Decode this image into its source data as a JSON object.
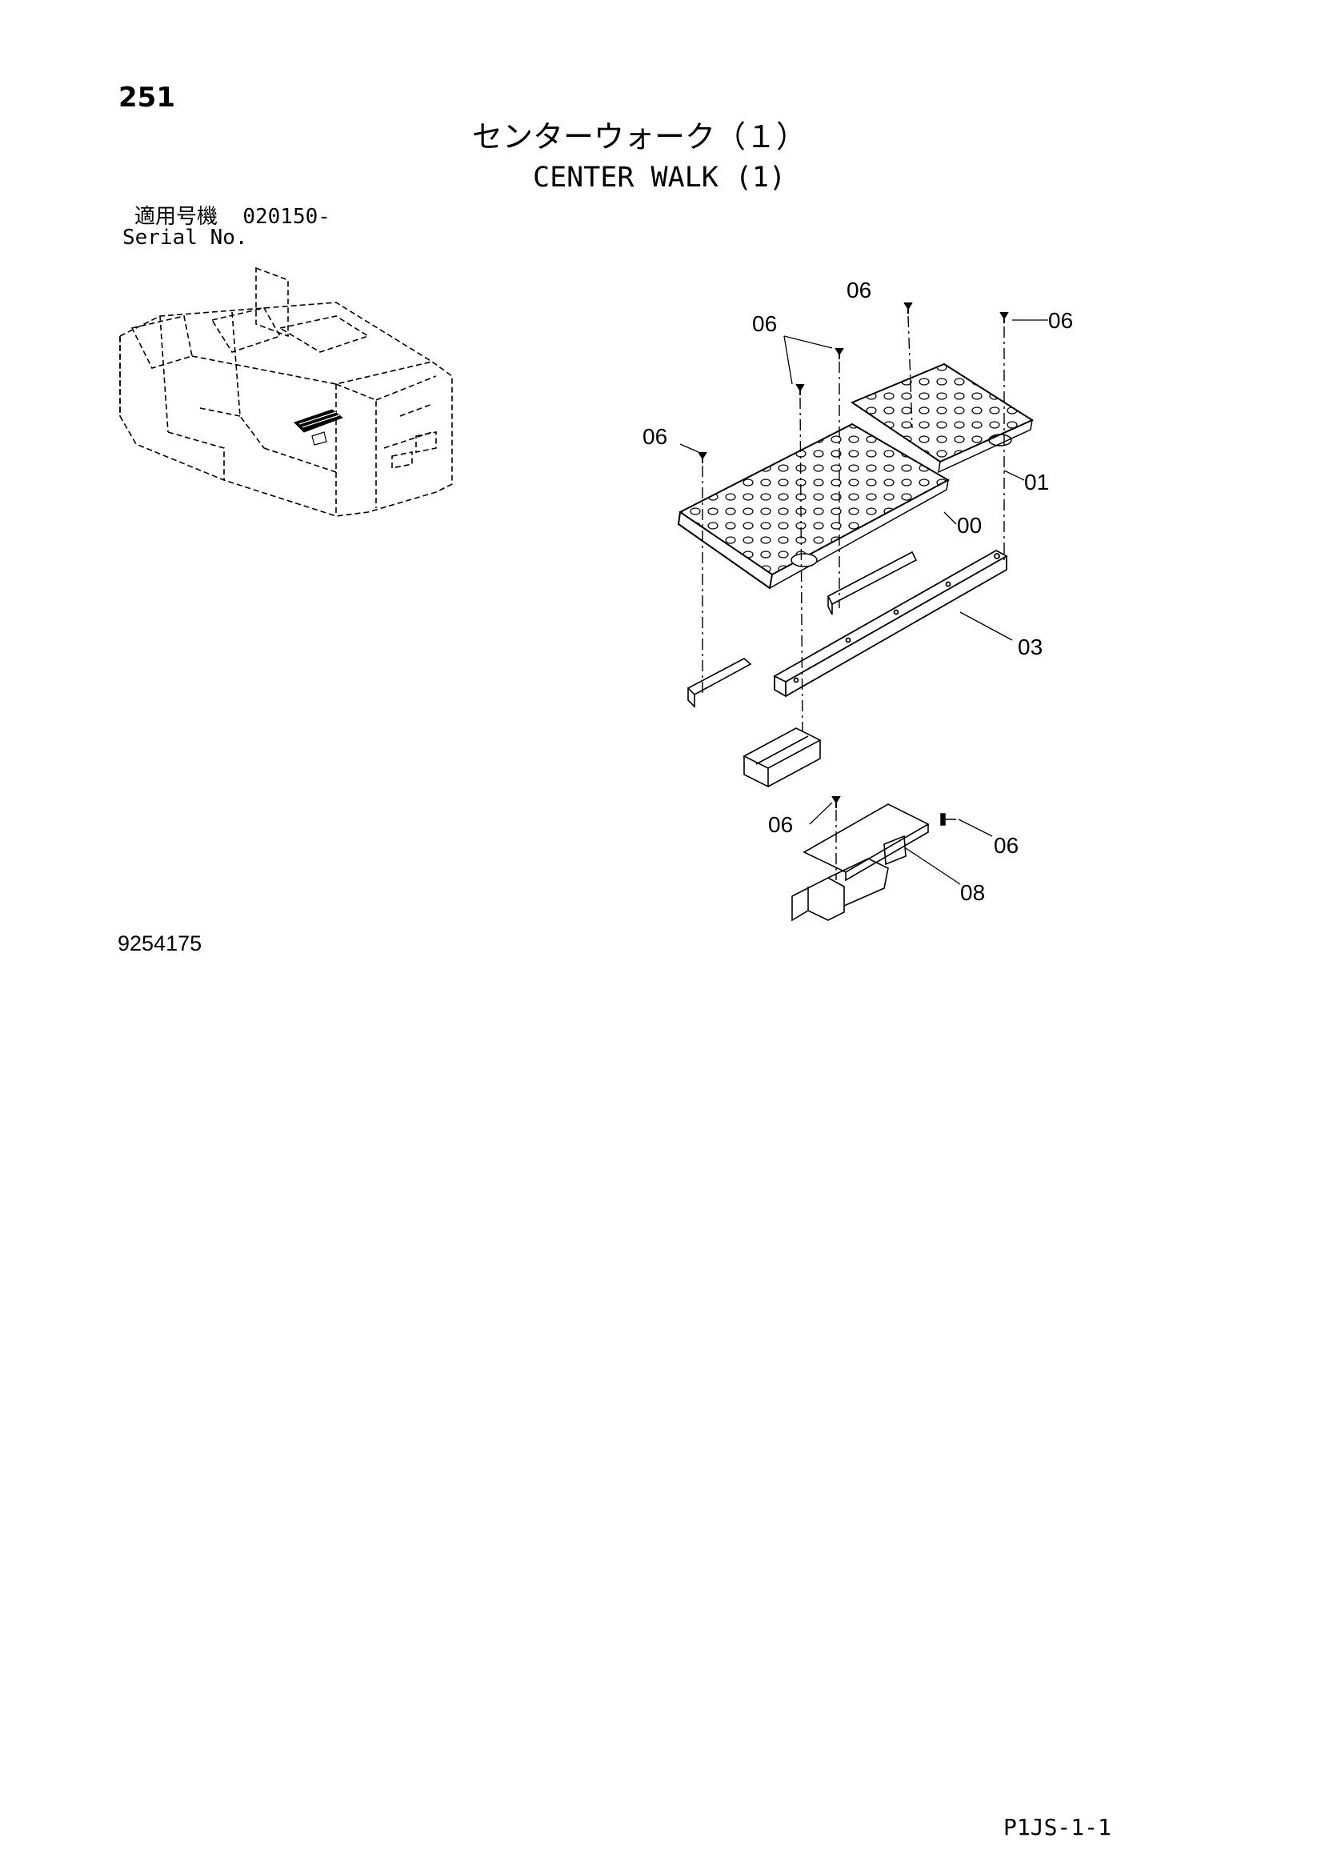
{
  "header": {
    "page_number": "251",
    "title_jp": "センターウォーク（１）",
    "title_en": "CENTER WALK (1)",
    "serial_label_jp": "適用号機",
    "serial_value": "020150-",
    "serial_label_en": "Serial No."
  },
  "footer": {
    "drawing_number": "9254175",
    "page_code": "P1JS-1-1"
  },
  "callouts": [
    {
      "id": "c1",
      "text": "06"
    },
    {
      "id": "c2",
      "text": "06"
    },
    {
      "id": "c3",
      "text": "06"
    },
    {
      "id": "c4",
      "text": "06"
    },
    {
      "id": "c5",
      "text": "01"
    },
    {
      "id": "c6",
      "text": "00"
    },
    {
      "id": "c7",
      "text": "03"
    },
    {
      "id": "c8",
      "text": "06"
    },
    {
      "id": "c9",
      "text": "06"
    },
    {
      "id": "c10",
      "text": "08"
    }
  ]
}
